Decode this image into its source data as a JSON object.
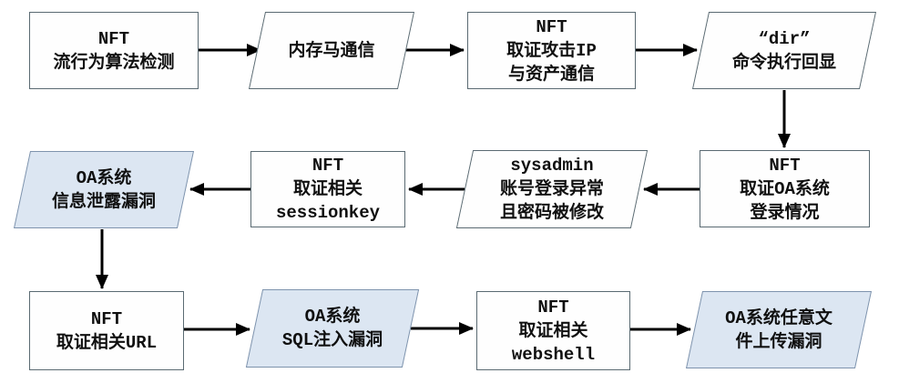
{
  "diagram": {
    "type": "flowchart",
    "colors": {
      "background": "#ffffff",
      "shape_fill": "#fefefe",
      "shape_border": "#5a6a72",
      "highlight_fill": "#dce6f2",
      "highlight_border": "#7e93ad",
      "arrow": "#000000",
      "text": "#101010"
    },
    "nodes": [
      {
        "id": "nft-traffic-behavior-detection",
        "shape": "rectangle",
        "highlighted": false,
        "label": "NFT\n流行为算法检测"
      },
      {
        "id": "memory-webshell-communication",
        "shape": "parallelogram",
        "highlighted": false,
        "label": "内存马通信"
      },
      {
        "id": "nft-forensic-attack-ip",
        "shape": "rectangle",
        "highlighted": false,
        "label": "NFT\n取证攻击IP\n与资产通信"
      },
      {
        "id": "dir-command-echo",
        "shape": "parallelogram",
        "highlighted": false,
        "label": "“dir”\n命令执行回显"
      },
      {
        "id": "nft-forensic-oa-login",
        "shape": "rectangle",
        "highlighted": false,
        "label": "NFT\n取证OA系统\n登录情况"
      },
      {
        "id": "sysadmin-abnormal-login",
        "shape": "parallelogram",
        "highlighted": false,
        "label": "sysadmin\n账号登录异常\n且密码被修改"
      },
      {
        "id": "nft-forensic-sessionkey",
        "shape": "rectangle",
        "highlighted": false,
        "label": "NFT\n取证相关\nsessionkey"
      },
      {
        "id": "oa-info-leak-vuln",
        "shape": "parallelogram",
        "highlighted": true,
        "label": "OA系统\n信息泄露漏洞"
      },
      {
        "id": "nft-forensic-url",
        "shape": "rectangle",
        "highlighted": false,
        "label": "NFT\n取证相关URL"
      },
      {
        "id": "oa-sql-injection-vuln",
        "shape": "parallelogram",
        "highlighted": true,
        "label": "OA系统\nSQL注入漏洞"
      },
      {
        "id": "nft-forensic-webshell",
        "shape": "rectangle",
        "highlighted": false,
        "label": "NFT\n取证相关\nwebshell"
      },
      {
        "id": "oa-file-upload-vuln",
        "shape": "parallelogram",
        "highlighted": true,
        "label": "OA系统任意文\n件上传漏洞"
      }
    ],
    "edges": [
      {
        "from": "nft-traffic-behavior-detection",
        "to": "memory-webshell-communication"
      },
      {
        "from": "memory-webshell-communication",
        "to": "nft-forensic-attack-ip"
      },
      {
        "from": "nft-forensic-attack-ip",
        "to": "dir-command-echo"
      },
      {
        "from": "dir-command-echo",
        "to": "nft-forensic-oa-login"
      },
      {
        "from": "nft-forensic-oa-login",
        "to": "sysadmin-abnormal-login"
      },
      {
        "from": "sysadmin-abnormal-login",
        "to": "nft-forensic-sessionkey"
      },
      {
        "from": "nft-forensic-sessionkey",
        "to": "oa-info-leak-vuln"
      },
      {
        "from": "oa-info-leak-vuln",
        "to": "nft-forensic-url"
      },
      {
        "from": "nft-forensic-url",
        "to": "oa-sql-injection-vuln"
      },
      {
        "from": "oa-sql-injection-vuln",
        "to": "nft-forensic-webshell"
      },
      {
        "from": "nft-forensic-webshell",
        "to": "oa-file-upload-vuln"
      }
    ]
  }
}
